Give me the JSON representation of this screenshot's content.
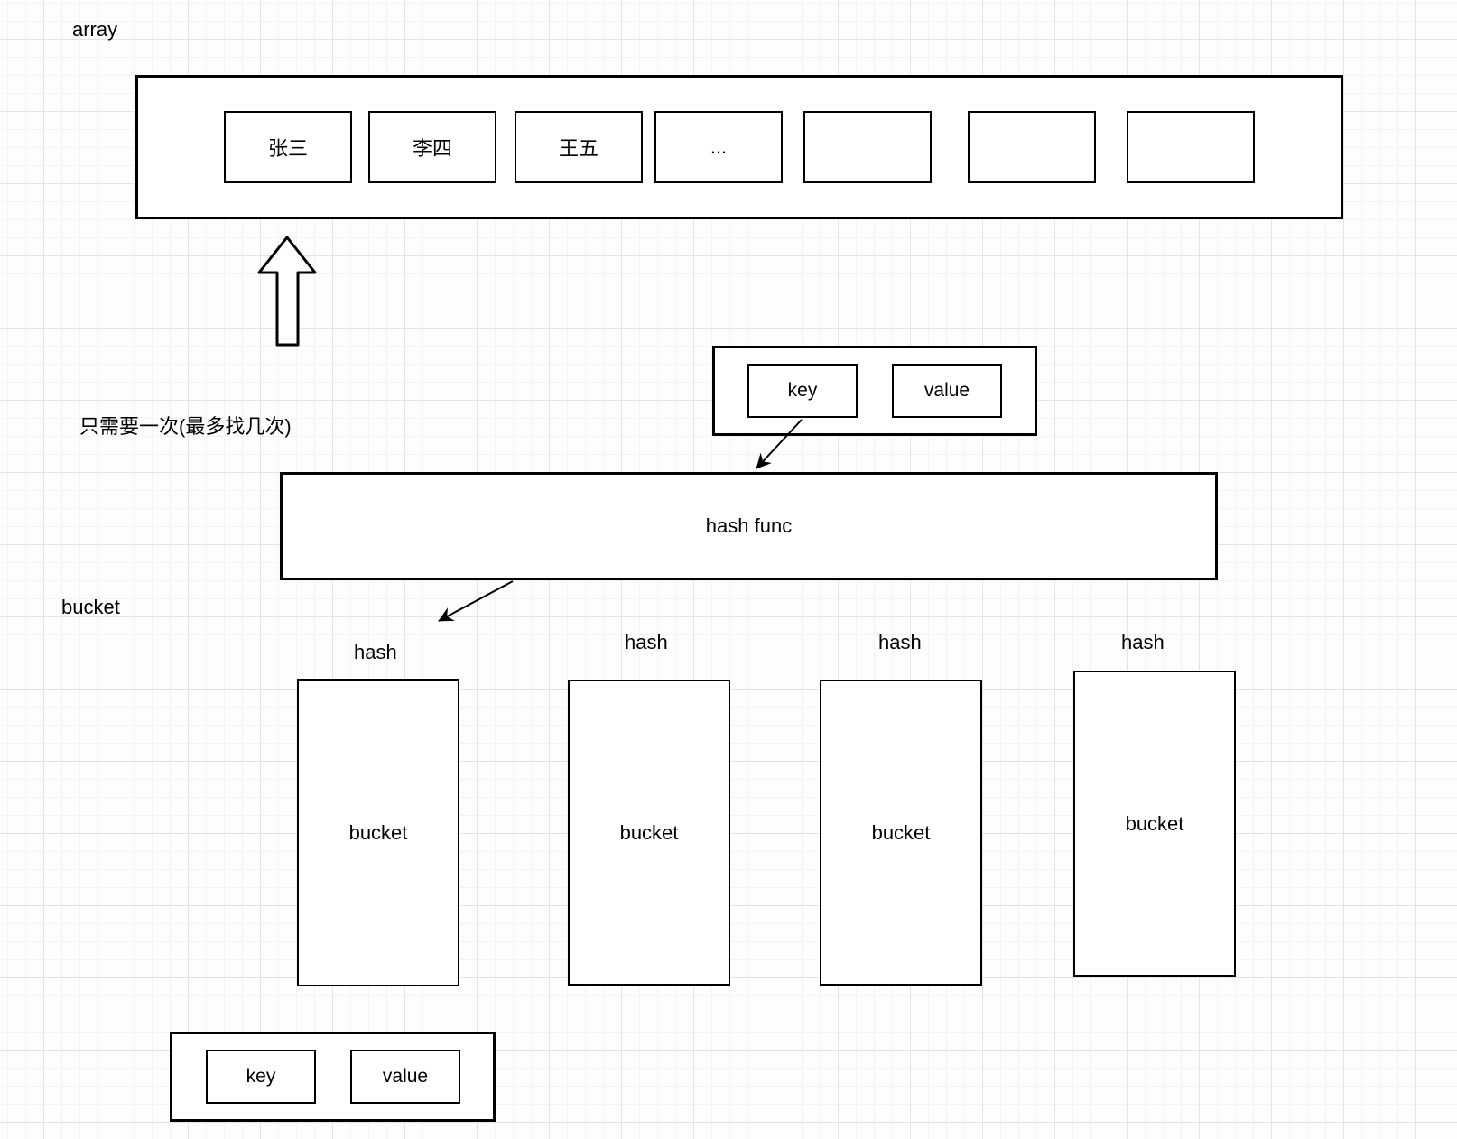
{
  "diagram": {
    "array_label": "array",
    "array_cells": [
      "张三",
      "李四",
      "王五",
      "...",
      "",
      "",
      ""
    ],
    "note_text": "只需要一次(最多找几次)",
    "kv_top": {
      "key_label": "key",
      "value_label": "value"
    },
    "hash_func_label": "hash func",
    "bucket_section_label": "bucket",
    "buckets": [
      {
        "hash_label": "hash",
        "body_label": "bucket"
      },
      {
        "hash_label": "hash",
        "body_label": "bucket"
      },
      {
        "hash_label": "hash",
        "body_label": "bucket"
      },
      {
        "hash_label": "hash",
        "body_label": "bucket"
      }
    ],
    "kv_bottom": {
      "key_label": "key",
      "value_label": "value"
    },
    "colors": {
      "stroke": "#000000",
      "shape_fill": "#ffffff",
      "grid_minor": "#f3f3f3",
      "grid_major": "#e4e4e4",
      "background": "#fdfdfd"
    }
  }
}
